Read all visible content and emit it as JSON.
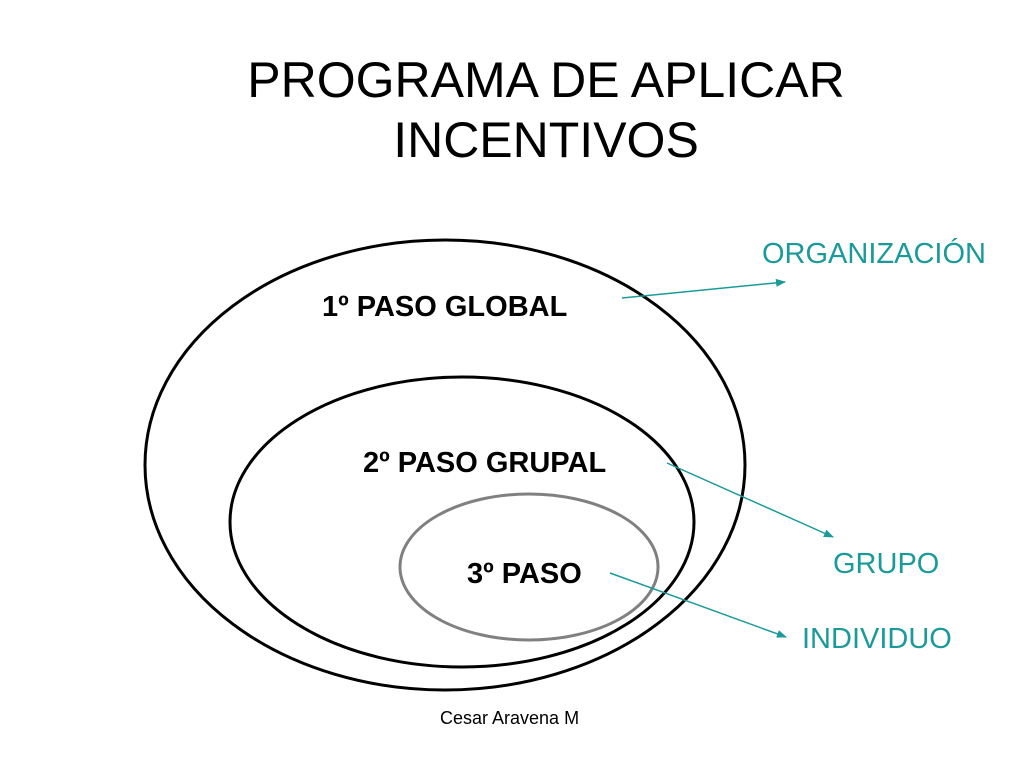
{
  "title": {
    "line1": "PROGRAMA DE APLICAR",
    "line2": "INCENTIVOS"
  },
  "steps": [
    {
      "label": "1º PASO GLOBAL"
    },
    {
      "label": "2º PASO GRUPAL"
    },
    {
      "label": "3º PASO"
    }
  ],
  "targets": [
    {
      "label": "ORGANIZACIÓN"
    },
    {
      "label": "GRUPO"
    },
    {
      "label": "INDIVIDUO"
    }
  ],
  "footer": "Cesar Aravena M",
  "colors": {
    "accent": "#1a9a9a",
    "outline": "#000000",
    "inner_outline": "#808080"
  }
}
